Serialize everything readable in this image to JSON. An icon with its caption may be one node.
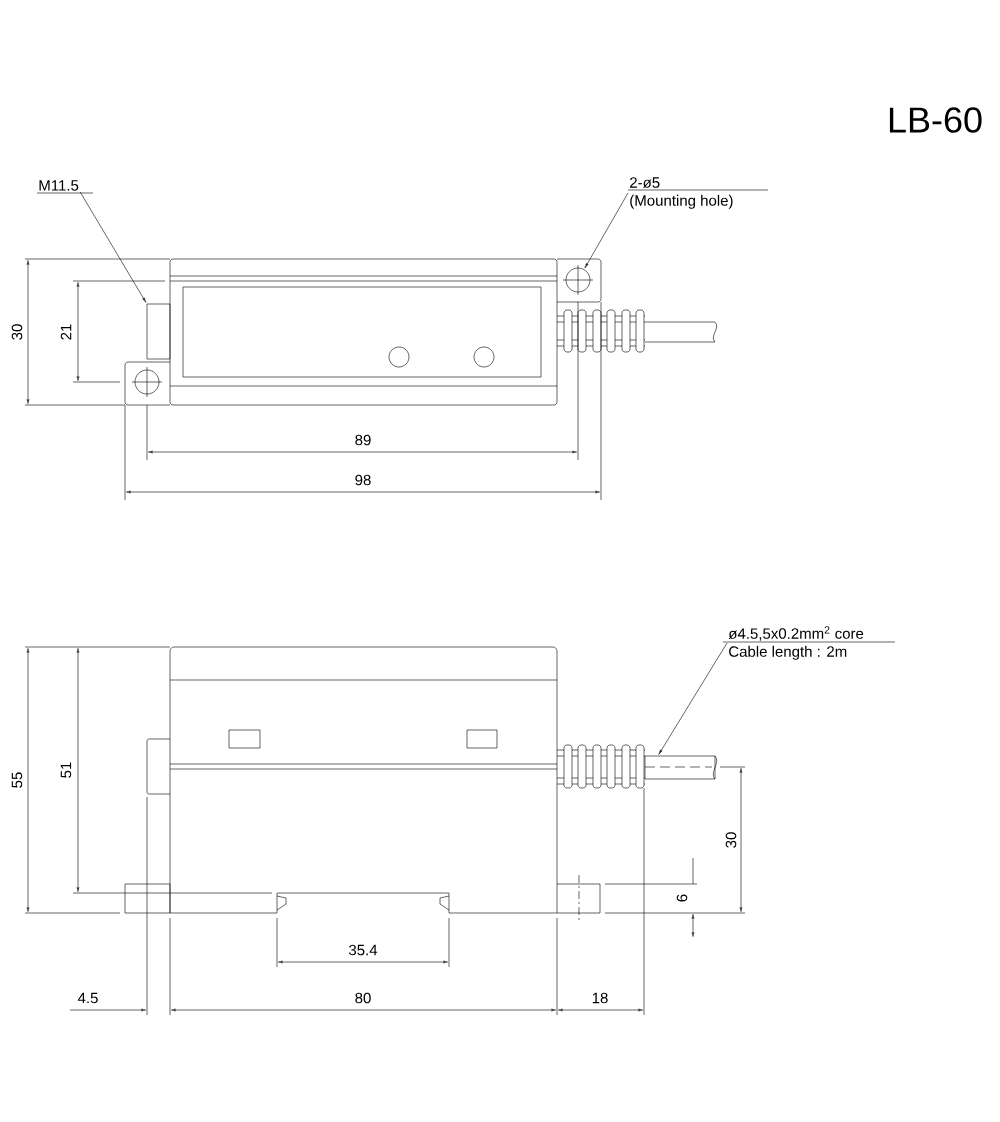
{
  "diagram": {
    "title": "LB-60",
    "nodes": [
      {
        "text": [
          "M11.5"
        ]
      },
      {
        "text": [],
        "shape": "box"
      },
      {
        "text": [
          "2-ø5",
          "(Mounting hole)"
        ]
      },
      {
        "text": [],
        "shape": "circle"
      },
      {
        "text": [
          "ø4.5,5x0.2mm$^{2}$ core",
          "Cable length : 2m"
        ]
      },
      {
        "text": [],
        "shape": "cylinder"
      }
    ],
    "edges": [
      {
        "from": 0,
        "to": 1,
        "arrow": "to"
      },
      {
        "from": 2,
        "to": 3,
        "arrow": "to"
      },
      {
        "from": 4,
        "to": 5,
        "arrow": "to"
      }
    ],
    "labels": [
      "30",
      "21",
      "89",
      "98",
      "55",
      "51",
      "35.4",
      "4.5",
      "80",
      "18",
      "30",
      "6"
    ]
  }
}
